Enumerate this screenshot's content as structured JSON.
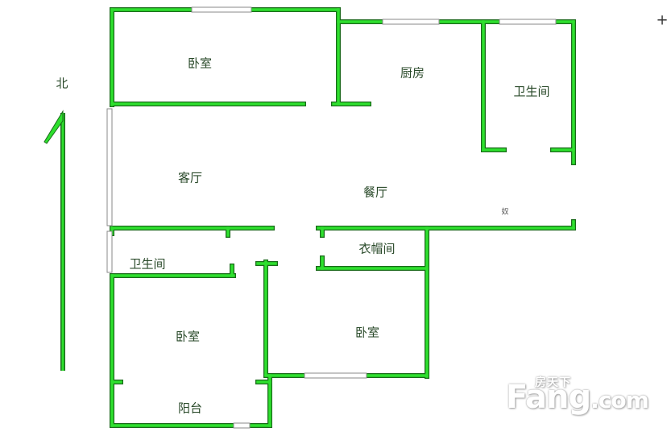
{
  "compass": {
    "north_label": "北"
  },
  "rooms": {
    "bedroom_top": "卧室",
    "kitchen": "厨房",
    "bathroom_right": "卫生间",
    "living_room": "客厅",
    "dining_room": "餐厅",
    "walk_in_closet": "衣帽间",
    "bathroom_left": "卫生间",
    "bedroom_bottom_left": "卧室",
    "bedroom_bottom_middle": "卧室",
    "balcony": "阳台"
  },
  "misc_mark": "奴",
  "corner_mark": "+",
  "watermark": {
    "brand": "Fang.com",
    "chinese": "房天下"
  },
  "colors": {
    "wall": "#2ee02e",
    "wall_outline": "#1a6a1a",
    "window": "#9a9a9a"
  }
}
